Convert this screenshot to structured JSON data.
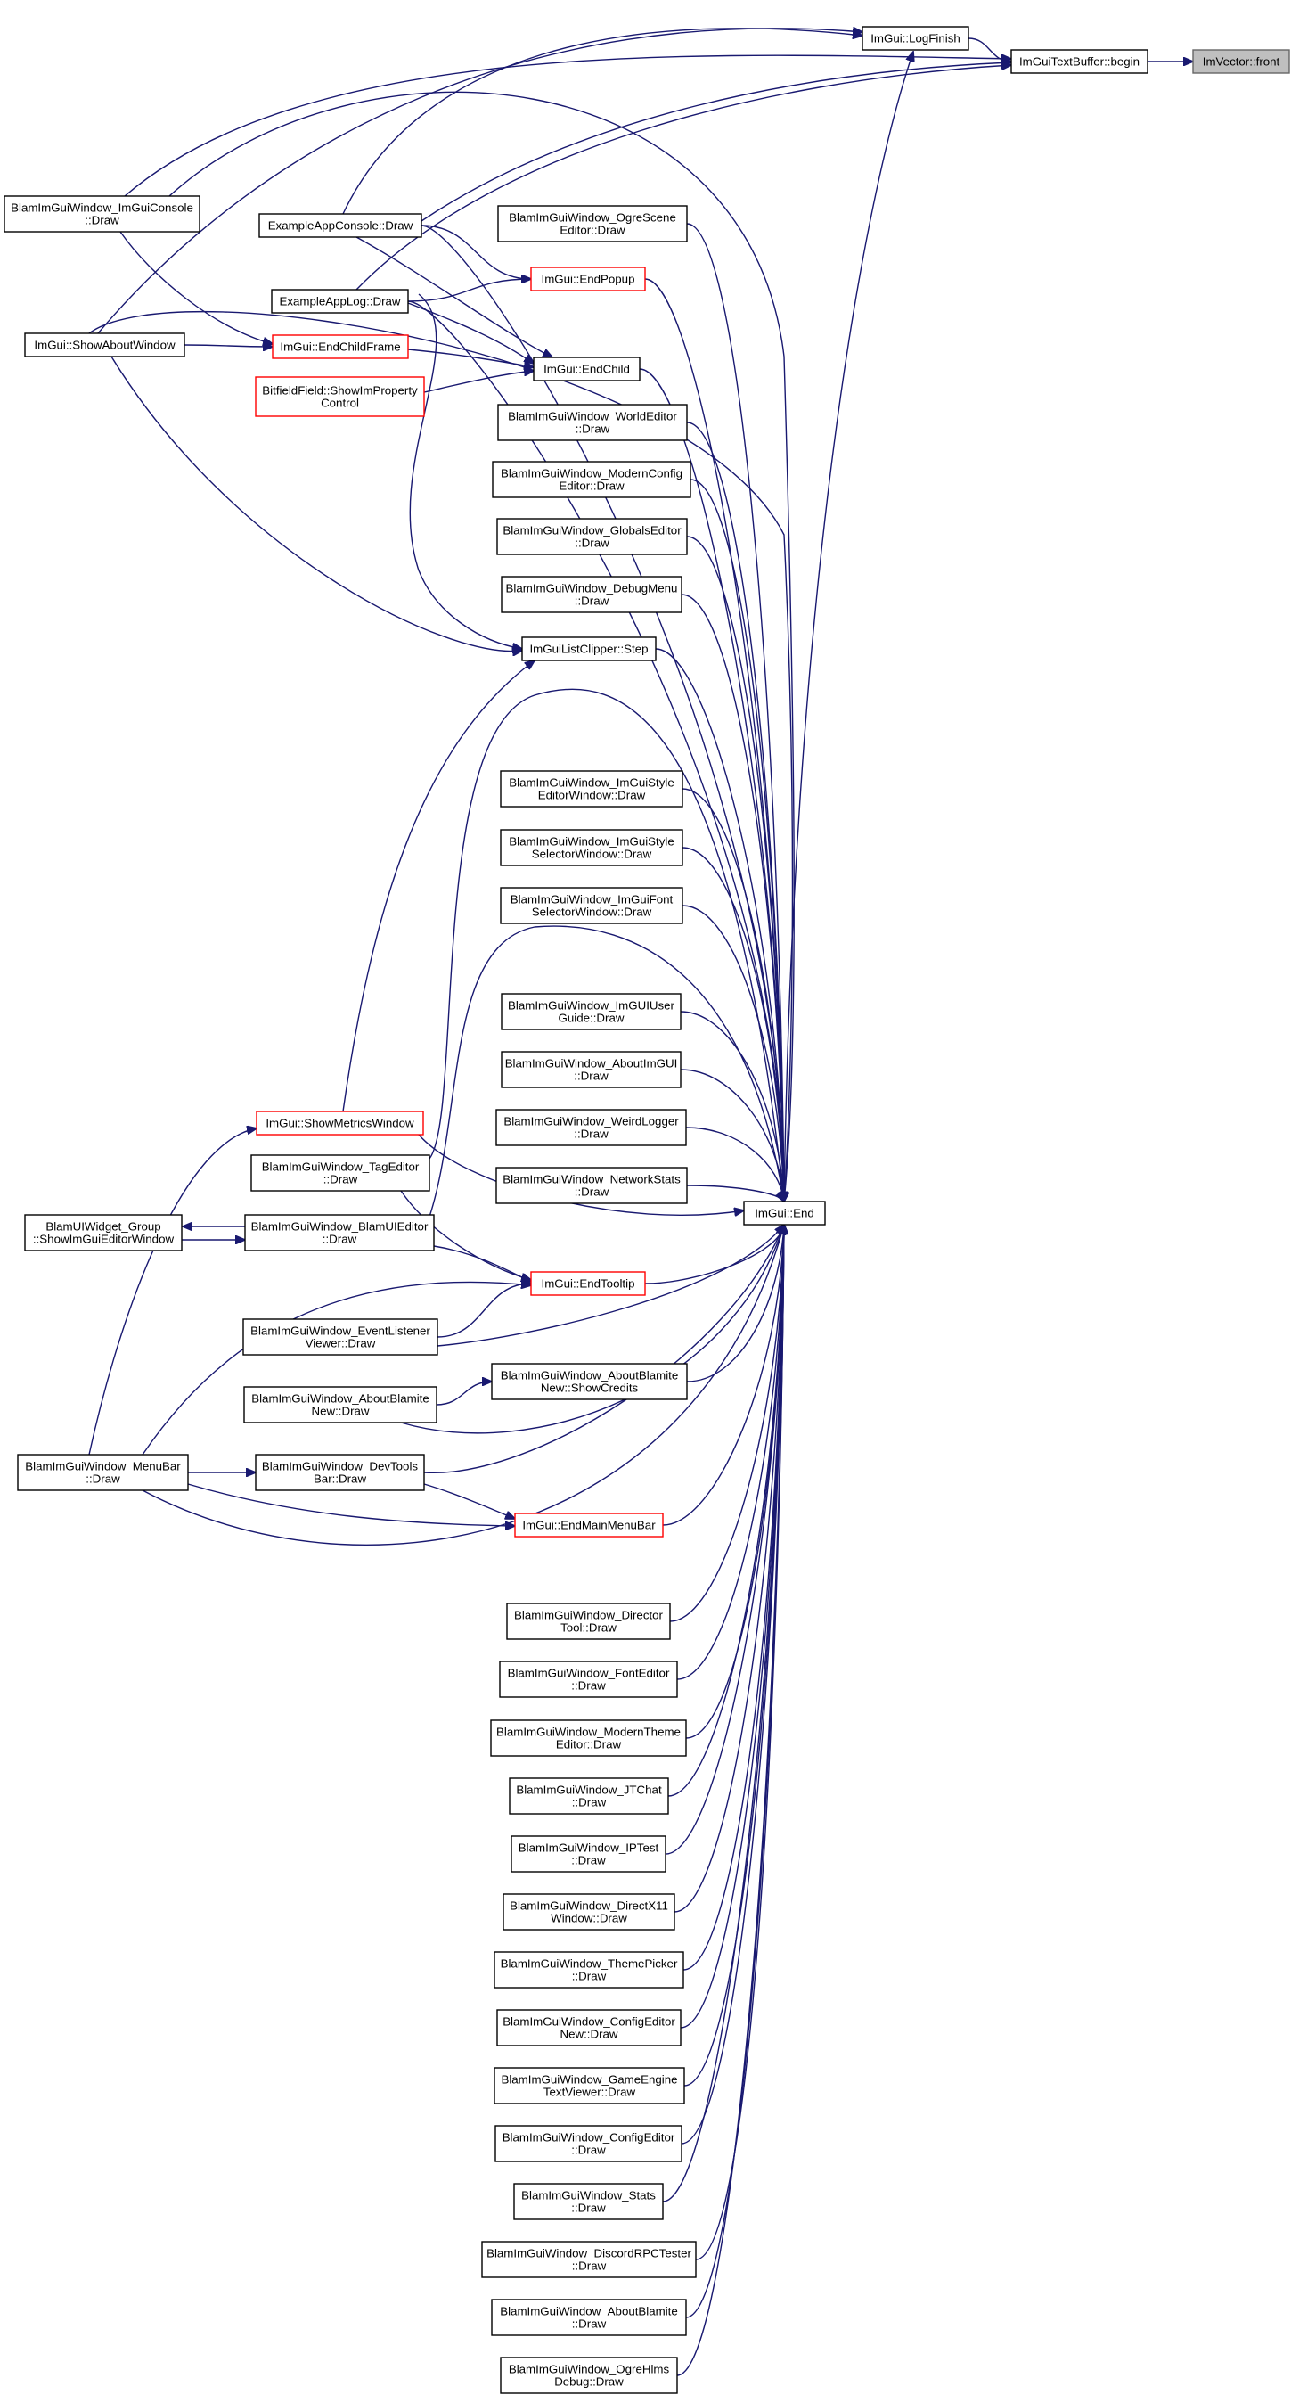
{
  "colors": {
    "edge": "#191970",
    "border": "#000000",
    "border_incomplete": "#ff0000",
    "root_fill": "#bfbfbf",
    "root_border": "#666666"
  },
  "nodes": [
    {
      "id": "imvector_front",
      "lines": [
        "ImVector::front"
      ],
      "style": "root"
    },
    {
      "id": "imguitextbuffer_begin",
      "lines": [
        "ImGuiTextBuffer::begin"
      ],
      "style": "normal"
    },
    {
      "id": "imgui_logfinish",
      "lines": [
        "ImGui::LogFinish"
      ],
      "style": "normal"
    },
    {
      "id": "imgui_end",
      "lines": [
        "ImGui::End"
      ],
      "style": "normal"
    },
    {
      "id": "console_draw",
      "lines": [
        "BlamImGuiWindow_ImGuiConsole",
        "::Draw"
      ],
      "style": "normal"
    },
    {
      "id": "exampleappconsole_draw",
      "lines": [
        "ExampleAppConsole::Draw"
      ],
      "style": "normal"
    },
    {
      "id": "ogrescene_draw",
      "lines": [
        "BlamImGuiWindow_OgreScene",
        "Editor::Draw"
      ],
      "style": "normal"
    },
    {
      "id": "endpopup",
      "lines": [
        "ImGui::EndPopup"
      ],
      "style": "red"
    },
    {
      "id": "exampleapplog_draw",
      "lines": [
        "ExampleAppLog::Draw"
      ],
      "style": "normal"
    },
    {
      "id": "showaboutwindow",
      "lines": [
        "ImGui::ShowAboutWindow"
      ],
      "style": "normal"
    },
    {
      "id": "endchildframe",
      "lines": [
        "ImGui::EndChildFrame"
      ],
      "style": "red"
    },
    {
      "id": "endchild",
      "lines": [
        "ImGui::EndChild"
      ],
      "style": "normal"
    },
    {
      "id": "bitfield_show",
      "lines": [
        "BitfieldField::ShowImProperty",
        "Control"
      ],
      "style": "red"
    },
    {
      "id": "worldeditor_draw",
      "lines": [
        "BlamImGuiWindow_WorldEditor",
        "::Draw"
      ],
      "style": "normal"
    },
    {
      "id": "modernconfig_draw",
      "lines": [
        "BlamImGuiWindow_ModernConfig",
        "Editor::Draw"
      ],
      "style": "normal"
    },
    {
      "id": "globalseditor_draw",
      "lines": [
        "BlamImGuiWindow_GlobalsEditor",
        "::Draw"
      ],
      "style": "normal"
    },
    {
      "id": "debugmenu_draw",
      "lines": [
        "BlamImGuiWindow_DebugMenu",
        "::Draw"
      ],
      "style": "normal"
    },
    {
      "id": "listclipper_step",
      "lines": [
        "ImGuiListClipper::Step"
      ],
      "style": "normal"
    },
    {
      "id": "styleeditor_draw",
      "lines": [
        "BlamImGuiWindow_ImGuiStyle",
        "EditorWindow::Draw"
      ],
      "style": "normal"
    },
    {
      "id": "styleselector_draw",
      "lines": [
        "BlamImGuiWindow_ImGuiStyle",
        "SelectorWindow::Draw"
      ],
      "style": "normal"
    },
    {
      "id": "fontselector_draw",
      "lines": [
        "BlamImGuiWindow_ImGuiFont",
        "SelectorWindow::Draw"
      ],
      "style": "normal"
    },
    {
      "id": "userguide_draw",
      "lines": [
        "BlamImGuiWindow_ImGUIUser",
        "Guide::Draw"
      ],
      "style": "normal"
    },
    {
      "id": "aboutimgui_draw",
      "lines": [
        "BlamImGuiWindow_AboutImGUI",
        "::Draw"
      ],
      "style": "normal"
    },
    {
      "id": "weirdlogger_draw",
      "lines": [
        "BlamImGuiWindow_WeirdLogger",
        "::Draw"
      ],
      "style": "normal"
    },
    {
      "id": "networkstats_draw",
      "lines": [
        "BlamImGuiWindow_NetworkStats",
        "::Draw"
      ],
      "style": "normal"
    },
    {
      "id": "showmetricswindow",
      "lines": [
        "ImGui::ShowMetricsWindow"
      ],
      "style": "red"
    },
    {
      "id": "tageditor_draw",
      "lines": [
        "BlamImGuiWindow_TagEditor",
        "::Draw"
      ],
      "style": "normal"
    },
    {
      "id": "blamuiwidget_show",
      "lines": [
        "BlamUIWidget_Group",
        "::ShowImGuiEditorWindow"
      ],
      "style": "normal"
    },
    {
      "id": "blamuieditor_draw",
      "lines": [
        "BlamImGuiWindow_BlamUIEditor",
        "::Draw"
      ],
      "style": "normal"
    },
    {
      "id": "endtooltip",
      "lines": [
        "ImGui::EndTooltip"
      ],
      "style": "red"
    },
    {
      "id": "eventlistener_draw",
      "lines": [
        "BlamImGuiWindow_EventListener",
        "Viewer::Draw"
      ],
      "style": "normal"
    },
    {
      "id": "aboutblamitenew_showcredits",
      "lines": [
        "BlamImGuiWindow_AboutBlamite",
        "New::ShowCredits"
      ],
      "style": "normal"
    },
    {
      "id": "aboutblamitenew_draw",
      "lines": [
        "BlamImGuiWindow_AboutBlamite",
        "New::Draw"
      ],
      "style": "normal"
    },
    {
      "id": "menubar_draw",
      "lines": [
        "BlamImGuiWindow_MenuBar",
        "::Draw"
      ],
      "style": "normal"
    },
    {
      "id": "devtoolsbar_draw",
      "lines": [
        "BlamImGuiWindow_DevTools",
        "Bar::Draw"
      ],
      "style": "normal"
    },
    {
      "id": "endmainmenubar",
      "lines": [
        "ImGui::EndMainMenuBar"
      ],
      "style": "red"
    },
    {
      "id": "directortool_draw",
      "lines": [
        "BlamImGuiWindow_Director",
        "Tool::Draw"
      ],
      "style": "normal"
    },
    {
      "id": "fonteditor_draw",
      "lines": [
        "BlamImGuiWindow_FontEditor",
        "::Draw"
      ],
      "style": "normal"
    },
    {
      "id": "moderntheme_draw",
      "lines": [
        "BlamImGuiWindow_ModernTheme",
        "Editor::Draw"
      ],
      "style": "normal"
    },
    {
      "id": "jtchat_draw",
      "lines": [
        "BlamImGuiWindow_JTChat",
        "::Draw"
      ],
      "style": "normal"
    },
    {
      "id": "iptest_draw",
      "lines": [
        "BlamImGuiWindow_IPTest",
        "::Draw"
      ],
      "style": "normal"
    },
    {
      "id": "directx11_draw",
      "lines": [
        "BlamImGuiWindow_DirectX11",
        "Window::Draw"
      ],
      "style": "normal"
    },
    {
      "id": "themepicker_draw",
      "lines": [
        "BlamImGuiWindow_ThemePicker",
        "::Draw"
      ],
      "style": "normal"
    },
    {
      "id": "configeditornew_draw",
      "lines": [
        "BlamImGuiWindow_ConfigEditor",
        "New::Draw"
      ],
      "style": "normal"
    },
    {
      "id": "gameengine_draw",
      "lines": [
        "BlamImGuiWindow_GameEngine",
        "TextViewer::Draw"
      ],
      "style": "normal"
    },
    {
      "id": "configeditor_draw",
      "lines": [
        "BlamImGuiWindow_ConfigEditor",
        "::Draw"
      ],
      "style": "normal"
    },
    {
      "id": "stats_draw",
      "lines": [
        "BlamImGuiWindow_Stats",
        "::Draw"
      ],
      "style": "normal"
    },
    {
      "id": "discordrpc_draw",
      "lines": [
        "BlamImGuiWindow_DiscordRPCTester",
        "::Draw"
      ],
      "style": "normal"
    },
    {
      "id": "aboutblamite_draw",
      "lines": [
        "BlamImGuiWindow_AboutBlamite",
        "::Draw"
      ],
      "style": "normal"
    },
    {
      "id": "ogrehlms_draw",
      "lines": [
        "BlamImGuiWindow_OgreHlms",
        "Debug::Draw"
      ],
      "style": "normal"
    }
  ],
  "edges": [
    {
      "from": "imguitextbuffer_begin",
      "to": "imvector_front"
    },
    {
      "from": "imgui_logfinish",
      "to": "imguitextbuffer_begin"
    },
    {
      "from": "imgui_end",
      "to": "imgui_logfinish"
    },
    {
      "from": "exampleappconsole_draw",
      "to": "imgui_logfinish"
    },
    {
      "from": "showaboutwindow",
      "to": "imgui_logfinish"
    },
    {
      "from": "console_draw",
      "to": "imguitextbuffer_begin"
    },
    {
      "from": "exampleappconsole_draw",
      "to": "imguitextbuffer_begin"
    },
    {
      "from": "exampleapplog_draw",
      "to": "imguitextbuffer_begin"
    },
    {
      "from": "console_draw",
      "to": "endchildframe"
    },
    {
      "from": "exampleappconsole_draw",
      "to": "endpopup"
    },
    {
      "from": "exampleappconsole_draw",
      "to": "endchild"
    },
    {
      "from": "exampleapplog_draw",
      "to": "endpopup"
    },
    {
      "from": "exampleapplog_draw",
      "to": "endchild"
    },
    {
      "from": "exampleapplog_draw",
      "to": "listclipper_step"
    },
    {
      "from": "showaboutwindow",
      "to": "endchildframe"
    },
    {
      "from": "showaboutwindow",
      "to": "listclipper_step"
    },
    {
      "from": "endchildframe",
      "to": "endchild"
    },
    {
      "from": "bitfield_show",
      "to": "endchild"
    },
    {
      "from": "showmetricswindow",
      "to": "listclipper_step"
    },
    {
      "from": "showmetricswindow",
      "to": "imgui_end"
    },
    {
      "from": "tageditor_draw",
      "to": "endtooltip"
    },
    {
      "from": "blamuieditor_draw",
      "to": "blamuiwidget_show"
    },
    {
      "from": "blamuiwidget_show",
      "to": "blamuieditor_draw"
    },
    {
      "from": "blamuieditor_draw",
      "to": "endtooltip"
    },
    {
      "from": "eventlistener_draw",
      "to": "endtooltip"
    },
    {
      "from": "aboutblamitenew_draw",
      "to": "aboutblamitenew_showcredits"
    },
    {
      "from": "menubar_draw",
      "to": "showmetricswindow"
    },
    {
      "from": "menubar_draw",
      "to": "devtoolsbar_draw"
    },
    {
      "from": "menubar_draw",
      "to": "endmainmenubar"
    },
    {
      "from": "menubar_draw",
      "to": "endtooltip"
    },
    {
      "from": "devtoolsbar_draw",
      "to": "endmainmenubar"
    },
    {
      "from": "console_draw",
      "to": "imgui_end"
    },
    {
      "from": "exampleappconsole_draw",
      "to": "imgui_end"
    },
    {
      "from": "exampleapplog_draw",
      "to": "imgui_end"
    },
    {
      "from": "showaboutwindow",
      "to": "imgui_end"
    },
    {
      "from": "ogrescene_draw",
      "to": "imgui_end"
    },
    {
      "from": "endpopup",
      "to": "imgui_end"
    },
    {
      "from": "endchild",
      "to": "imgui_end"
    },
    {
      "from": "worldeditor_draw",
      "to": "imgui_end"
    },
    {
      "from": "modernconfig_draw",
      "to": "imgui_end"
    },
    {
      "from": "globalseditor_draw",
      "to": "imgui_end"
    },
    {
      "from": "debugmenu_draw",
      "to": "imgui_end"
    },
    {
      "from": "listclipper_step",
      "to": "imgui_end"
    },
    {
      "from": "styleeditor_draw",
      "to": "imgui_end"
    },
    {
      "from": "styleselector_draw",
      "to": "imgui_end"
    },
    {
      "from": "fontselector_draw",
      "to": "imgui_end"
    },
    {
      "from": "userguide_draw",
      "to": "imgui_end"
    },
    {
      "from": "aboutimgui_draw",
      "to": "imgui_end"
    },
    {
      "from": "weirdlogger_draw",
      "to": "imgui_end"
    },
    {
      "from": "networkstats_draw",
      "to": "imgui_end"
    },
    {
      "from": "tageditor_draw",
      "to": "imgui_end"
    },
    {
      "from": "blamuieditor_draw",
      "to": "imgui_end"
    },
    {
      "from": "endtooltip",
      "to": "imgui_end"
    },
    {
      "from": "eventlistener_draw",
      "to": "imgui_end"
    },
    {
      "from": "aboutblamitenew_showcredits",
      "to": "imgui_end"
    },
    {
      "from": "aboutblamitenew_draw",
      "to": "imgui_end"
    },
    {
      "from": "devtoolsbar_draw",
      "to": "imgui_end"
    },
    {
      "from": "menubar_draw",
      "to": "imgui_end"
    },
    {
      "from": "endmainmenubar",
      "to": "imgui_end"
    },
    {
      "from": "directortool_draw",
      "to": "imgui_end"
    },
    {
      "from": "fonteditor_draw",
      "to": "imgui_end"
    },
    {
      "from": "moderntheme_draw",
      "to": "imgui_end"
    },
    {
      "from": "jtchat_draw",
      "to": "imgui_end"
    },
    {
      "from": "iptest_draw",
      "to": "imgui_end"
    },
    {
      "from": "directx11_draw",
      "to": "imgui_end"
    },
    {
      "from": "themepicker_draw",
      "to": "imgui_end"
    },
    {
      "from": "configeditornew_draw",
      "to": "imgui_end"
    },
    {
      "from": "gameengine_draw",
      "to": "imgui_end"
    },
    {
      "from": "configeditor_draw",
      "to": "imgui_end"
    },
    {
      "from": "stats_draw",
      "to": "imgui_end"
    },
    {
      "from": "discordrpc_draw",
      "to": "imgui_end"
    },
    {
      "from": "aboutblamite_draw",
      "to": "imgui_end"
    },
    {
      "from": "ogrehlms_draw",
      "to": "imgui_end"
    }
  ]
}
